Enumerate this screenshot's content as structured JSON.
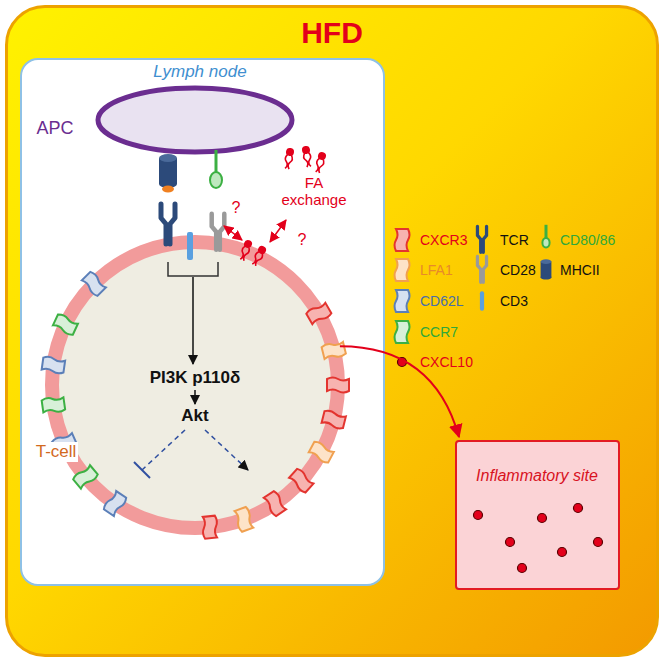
{
  "diagram": {
    "nodes": [
      {
        "text": [
          "HFD"
        ]
      },
      {
        "text": [
          "Lymph node"
        ],
        "in": 0
      },
      {
        "text": [
          "APC"
        ],
        "in": 1
      },
      {
        "text": [
          "T-cell",
          "PI3K p110δ",
          "Akt"
        ],
        "in": 1
      },
      {
        "text": [
          "Inflammatory site"
        ],
        "in": 0
      }
    ],
    "edges": [
      {
        "from": 3,
        "to": 4,
        "arrow": "to"
      }
    ],
    "labels": [
      "?",
      "?",
      "FA exchange"
    ],
    "legend": [
      {
        "text": "CXCR3"
      },
      {
        "text": "LFA1"
      },
      {
        "text": "CD62L"
      },
      {
        "text": "CCR7"
      },
      {
        "text": "CXCL10"
      },
      {
        "text": "TCR"
      },
      {
        "text": "CD28"
      },
      {
        "text": "CD3"
      },
      {
        "text": "CD80/86"
      },
      {
        "text": "MHCII"
      }
    ]
  }
}
